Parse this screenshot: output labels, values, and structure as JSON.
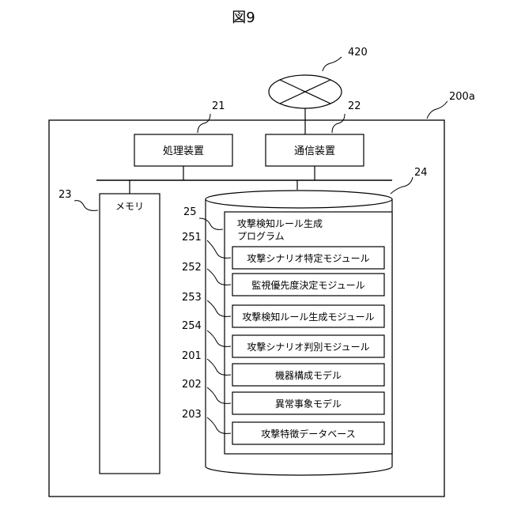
{
  "figure_title": "図9",
  "refs": {
    "network": "420",
    "computer": "200a",
    "processor": "21",
    "comm": "22",
    "memory": "23",
    "storage": "24",
    "program": "25",
    "m251": "251",
    "m252": "252",
    "m253": "253",
    "m254": "254",
    "m201": "201",
    "m202": "202",
    "m203": "203"
  },
  "labels": {
    "processor": "処理装置",
    "comm": "通信装置",
    "memory": "メモリ",
    "program_line1": "攻撃検知ルール生成",
    "program_line2": "プログラム",
    "m251": "攻撃シナリオ特定モジュール",
    "m252": "監視優先度決定モジュール",
    "m253": "攻撃検知ルール生成モジュール",
    "m254": "攻撃シナリオ判別モジュール",
    "m201": "機器構成モデル",
    "m202": "異常事象モデル",
    "m203": "攻撃特徴データベース"
  }
}
